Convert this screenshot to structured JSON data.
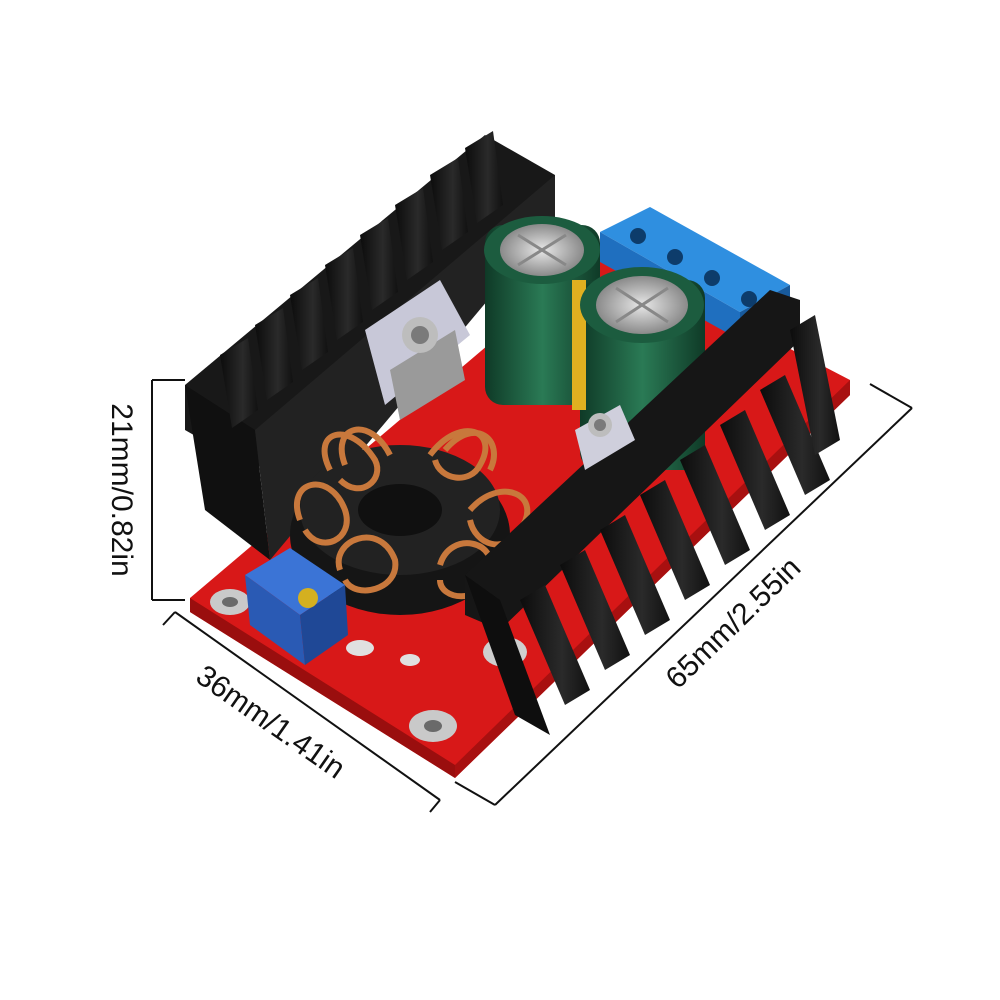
{
  "dimensions": {
    "height": "21mm/0.82in",
    "width": "36mm/1.41in",
    "length": "65mm/2.55in"
  },
  "colors": {
    "background": "#ffffff",
    "pcb": "#d81818",
    "heatsink": "#1a1a1a",
    "terminal": "#1f7fd4",
    "capacitor": "#1e5a3e",
    "copper": "#c8783c",
    "trimmer": "#2a62c8",
    "dimension_line": "#111111"
  }
}
